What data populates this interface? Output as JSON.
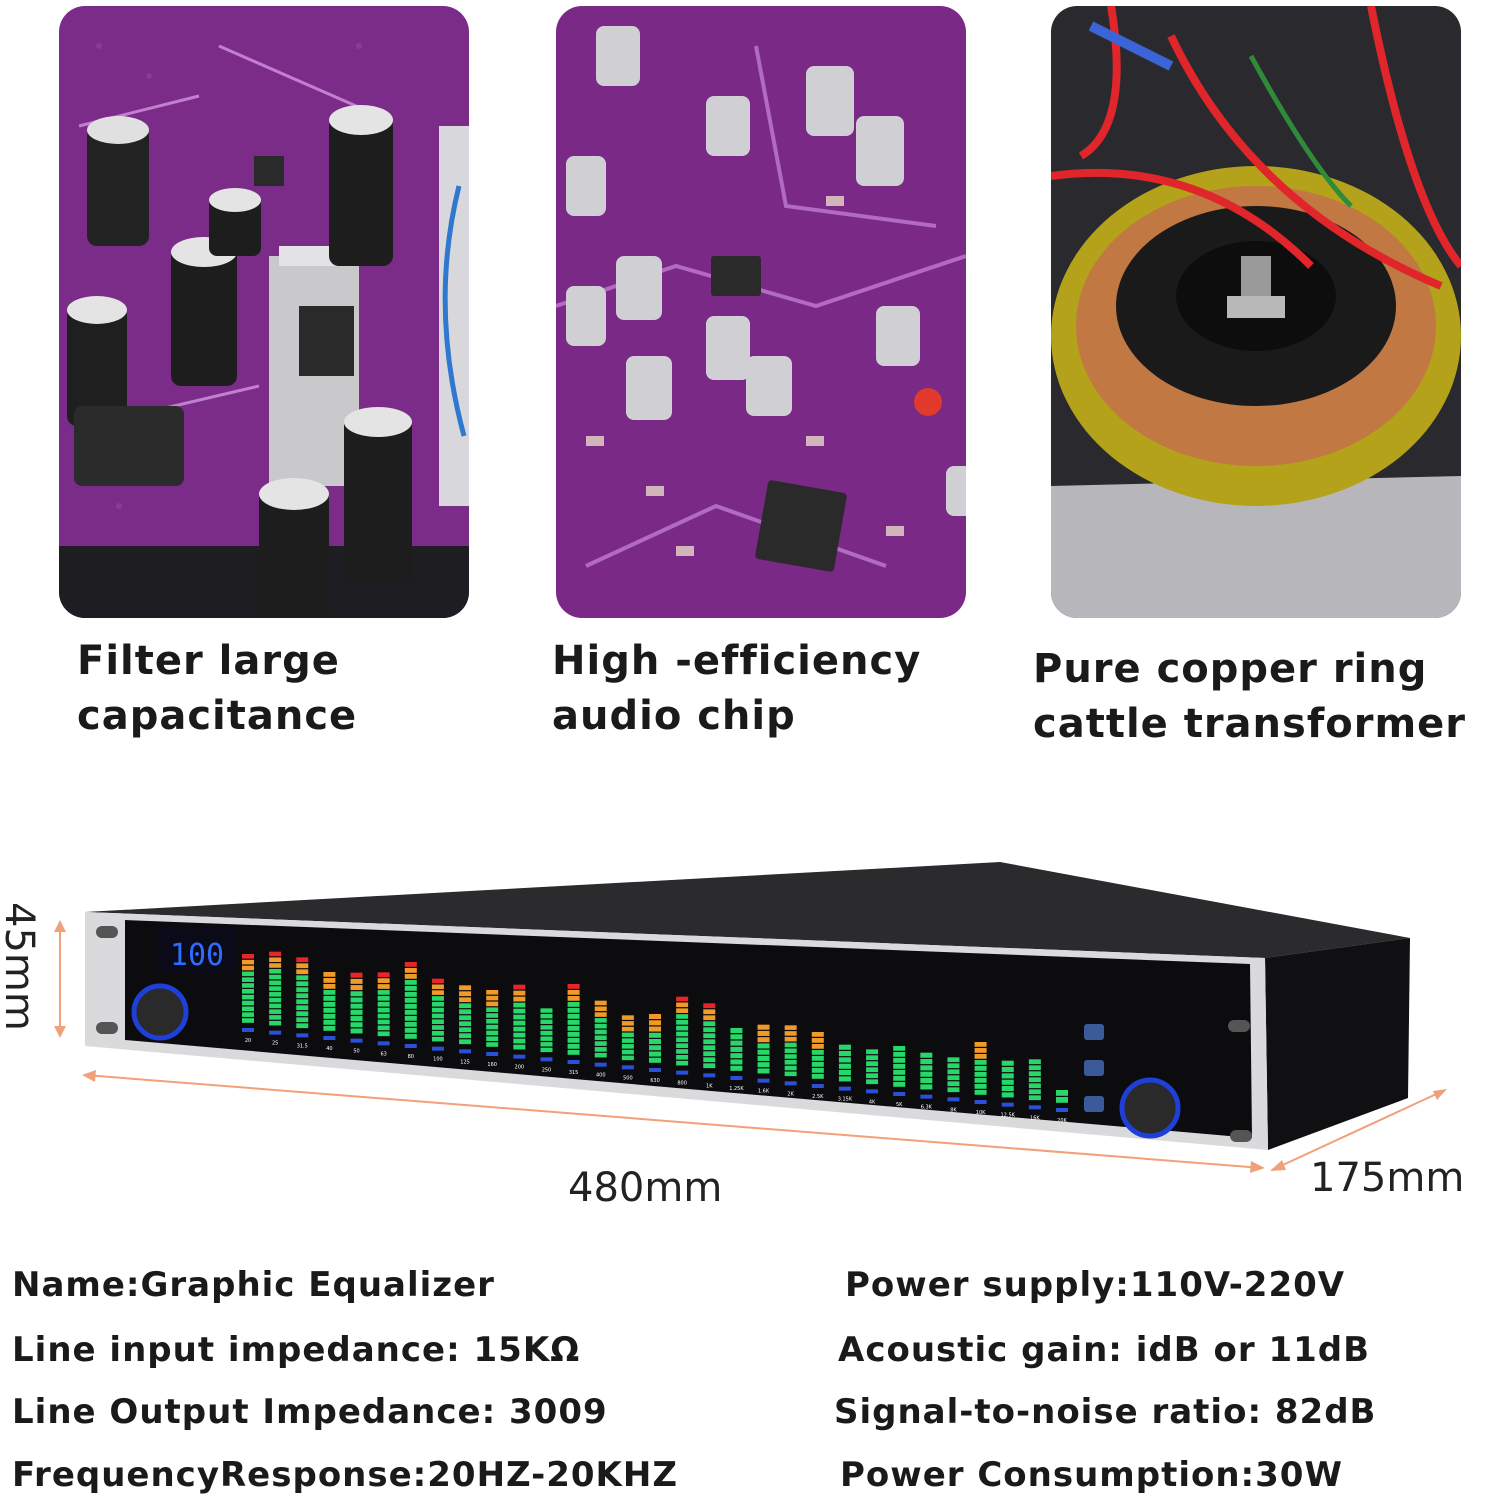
{
  "features": [
    {
      "line1": "Filter large",
      "line2": "capacitance"
    },
    {
      "line1": "High -efficiency",
      "line2": "audio chip"
    },
    {
      "line1": "Pure copper ring",
      "line2": "cattle transformer"
    }
  ],
  "device": {
    "display": "100",
    "bands": [
      "20",
      "25",
      "31.5",
      "40",
      "50",
      "63",
      "80",
      "100",
      "125",
      "160",
      "200",
      "250",
      "315",
      "400",
      "500",
      "630",
      "800",
      "1K",
      "1.25K",
      "1.6K",
      "2K",
      "2.5K",
      "3.15K",
      "4K",
      "5K",
      "6.3K",
      "8K",
      "10K",
      "12.5K",
      "16K",
      "20K"
    ]
  },
  "dimensions": {
    "height": "45mm",
    "width": "480mm",
    "depth": "175mm"
  },
  "specs_left": [
    "Name:Graphic Equalizer",
    "Line input impedance: 15KΩ",
    "Line Output Impedance: 3009",
    "FrequencyResponse:20HZ-20KHZ"
  ],
  "specs_right": [
    "Power supply:110V-220V",
    "Acoustic gain: idB or 11dB",
    "Signal-to-noise ratio: 82dB",
    "Power Consumption:30W"
  ],
  "colors": {
    "pcb": "#7a2a86",
    "meter_green": "#29d66a",
    "meter_orange": "#f09a2a",
    "meter_red": "#e8262a",
    "display_blue": "#2f6bff"
  }
}
